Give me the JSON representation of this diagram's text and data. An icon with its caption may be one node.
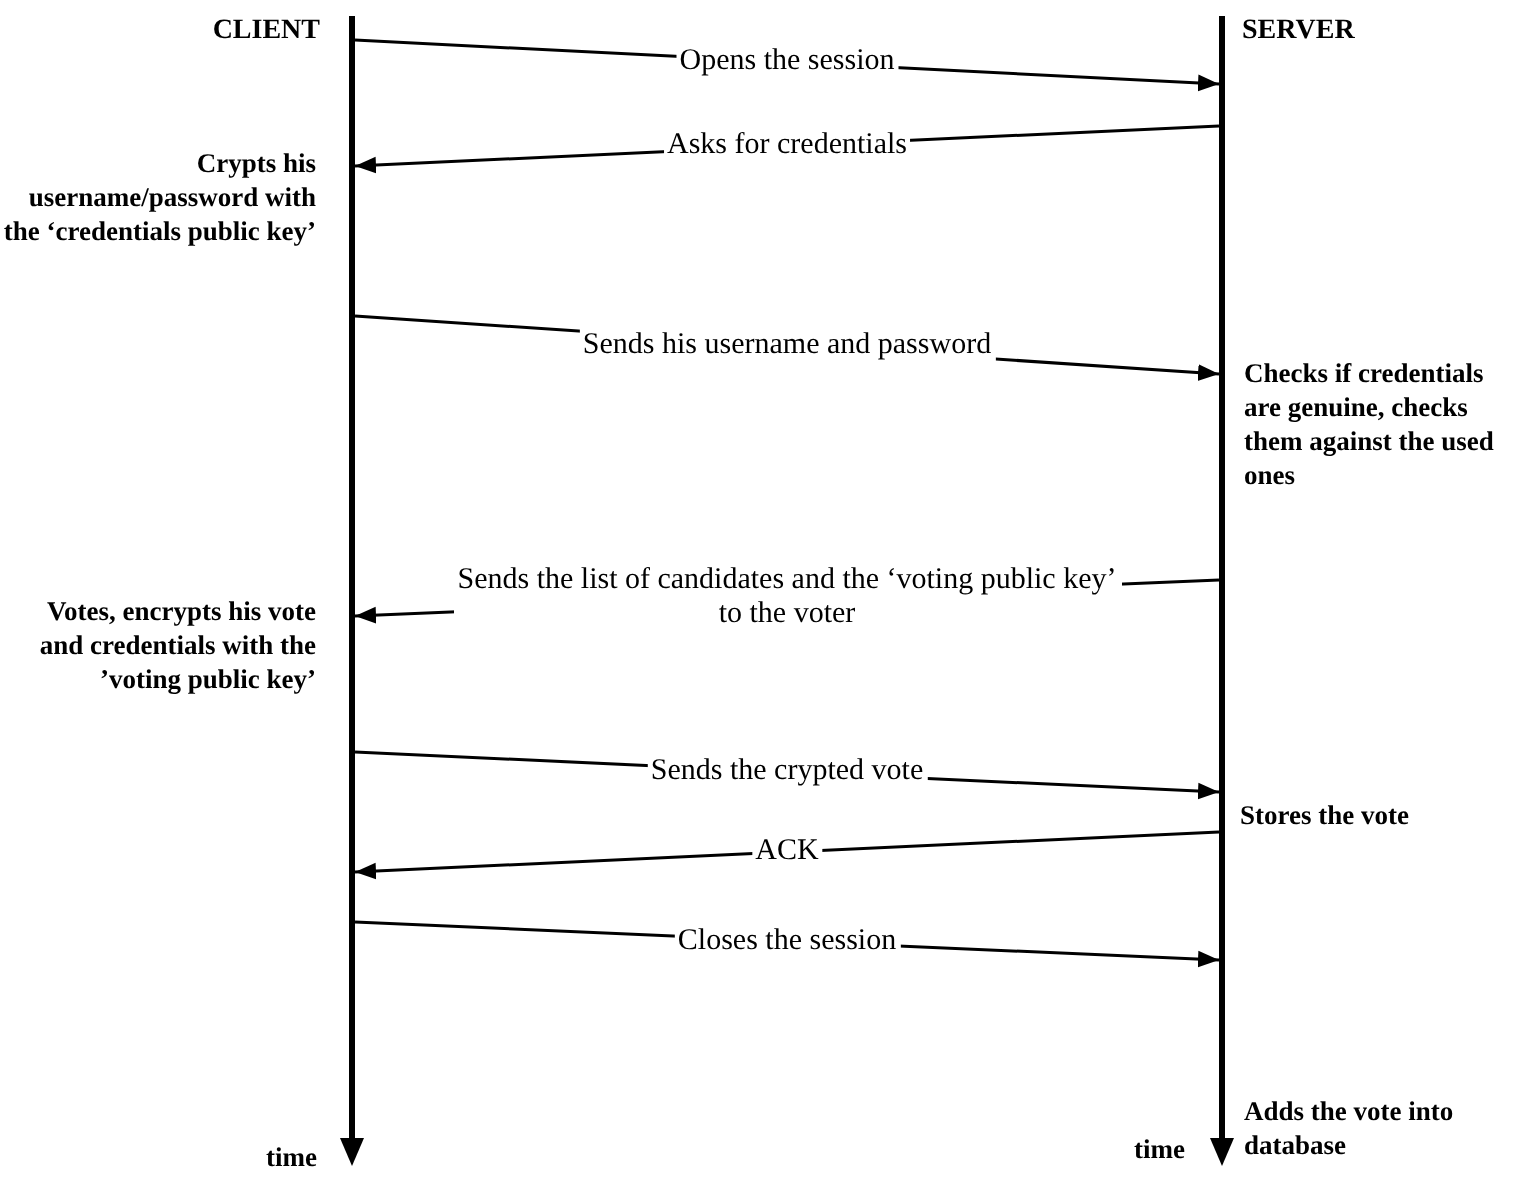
{
  "diagram": {
    "nodes": [
      {
        "text": [
          "CLIENT"
        ]
      },
      {
        "text": [
          "SERVER"
        ]
      }
    ],
    "edges": [
      {
        "from": 0,
        "to": 1,
        "arrow": "to",
        "label": "Opens the session"
      },
      {
        "from": 1,
        "to": 0,
        "arrow": "to",
        "label": "Asks for credentials"
      },
      {
        "from": 0,
        "to": 1,
        "arrow": "to",
        "label": "Sends his username and password"
      },
      {
        "from": 1,
        "to": 0,
        "arrow": "to",
        "label": "Sends the list of candidates and the ‘voting public key’ to the voter"
      },
      {
        "from": 0,
        "to": 1,
        "arrow": "to",
        "label": "Sends the crypted vote"
      },
      {
        "from": 1,
        "to": 0,
        "arrow": "to",
        "label": "ACK"
      },
      {
        "from": 0,
        "to": 1,
        "arrow": "to",
        "label": "Closes the session"
      }
    ],
    "labels": [
      "Crypts his username/password with the ‘credentials public key’",
      "Checks if credentials are genuine, checks them against the used ones",
      "Votes, encrypts his vote and credentials with the ’voting public key’",
      "Stores the vote",
      "Adds the vote into database",
      "time",
      "time"
    ]
  }
}
